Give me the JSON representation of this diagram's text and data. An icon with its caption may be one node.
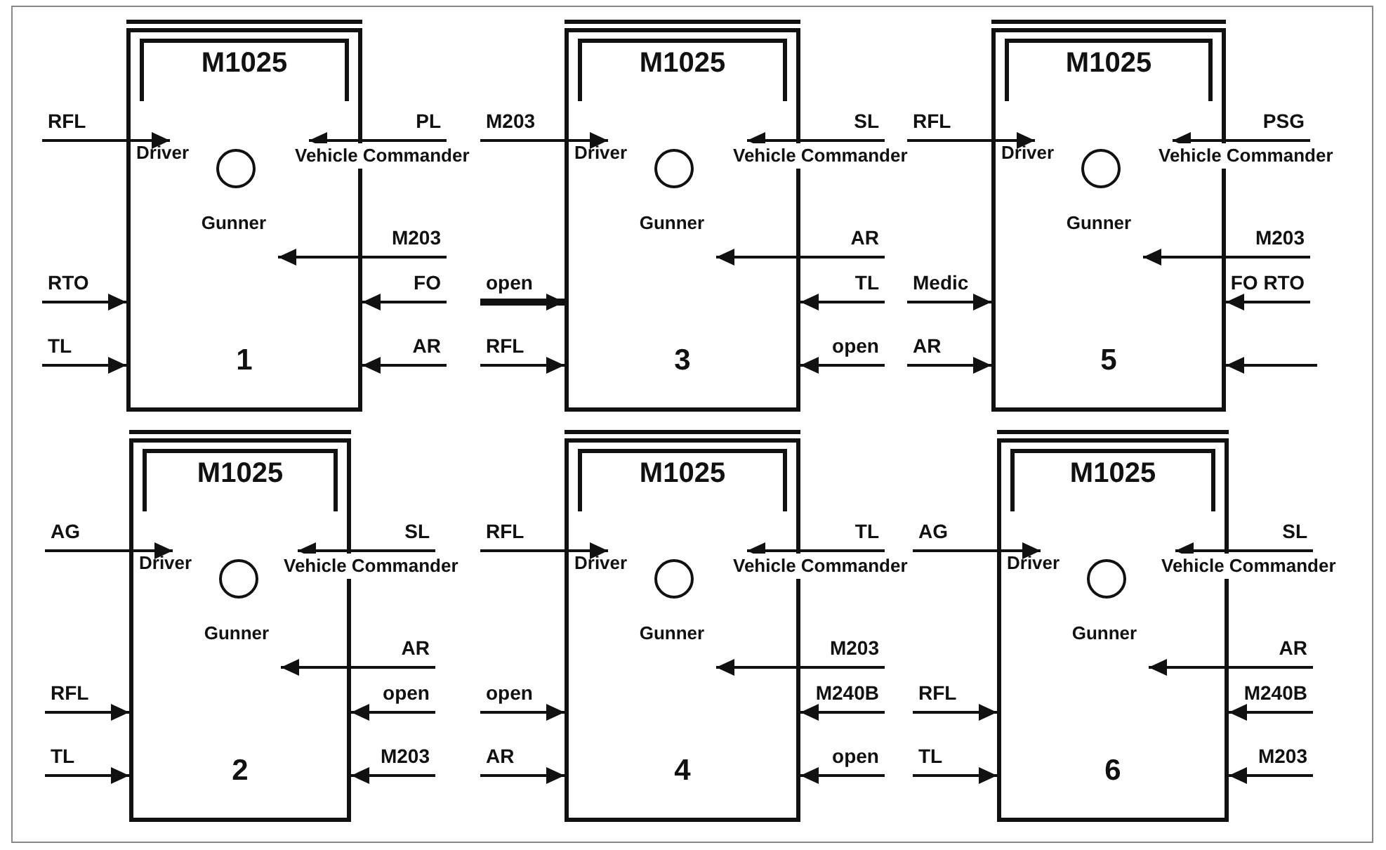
{
  "diagram": {
    "nodes": [
      {
        "text": [
          "M1025",
          "1"
        ]
      },
      {
        "text": [
          "Driver"
        ],
        "in": 0
      },
      {
        "text": [
          "Vehicle Commander"
        ]
      },
      {
        "text": [
          "Gunner"
        ],
        "in": 0
      },
      {
        "text": [
          "RFL"
        ]
      },
      {
        "text": [
          "RTO"
        ]
      },
      {
        "text": [
          "TL"
        ]
      },
      {
        "text": [
          "PL"
        ]
      },
      {
        "text": [
          "M203"
        ]
      },
      {
        "text": [
          "FO"
        ]
      },
      {
        "text": [
          "AR"
        ]
      },
      {
        "text": [
          "M1025",
          "3"
        ]
      },
      {
        "text": [
          "Driver"
        ],
        "in": 11
      },
      {
        "text": [
          "Vehicle Commander"
        ]
      },
      {
        "text": [
          "Gunner"
        ],
        "in": 11
      },
      {
        "text": [
          "M203"
        ]
      },
      {
        "text": [
          "open"
        ]
      },
      {
        "text": [
          "RFL"
        ]
      },
      {
        "text": [
          "SL"
        ]
      },
      {
        "text": [
          "AR"
        ]
      },
      {
        "text": [
          "TL"
        ]
      },
      {
        "text": [
          "open"
        ]
      },
      {
        "text": [
          "M1025",
          "5"
        ]
      },
      {
        "text": [
          "Driver"
        ],
        "in": 22
      },
      {
        "text": [
          "Vehicle Commander"
        ]
      },
      {
        "text": [
          "Gunner"
        ],
        "in": 22
      },
      {
        "text": [
          "RFL"
        ]
      },
      {
        "text": [
          "Medic"
        ]
      },
      {
        "text": [
          "AR"
        ]
      },
      {
        "text": [
          "PSG"
        ]
      },
      {
        "text": [
          "M203"
        ]
      },
      {
        "text": [
          "FO RTO"
        ]
      },
      {
        "text": [
          "M1025",
          "2"
        ]
      },
      {
        "text": [
          "Driver"
        ],
        "in": 32
      },
      {
        "text": [
          "Vehicle Commander"
        ]
      },
      {
        "text": [
          "Gunner"
        ],
        "in": 32
      },
      {
        "text": [
          "AG"
        ]
      },
      {
        "text": [
          "RFL"
        ]
      },
      {
        "text": [
          "TL"
        ]
      },
      {
        "text": [
          "SL"
        ]
      },
      {
        "text": [
          "AR"
        ]
      },
      {
        "text": [
          "open"
        ]
      },
      {
        "text": [
          "M203"
        ]
      },
      {
        "text": [
          "M1025",
          "4"
        ]
      },
      {
        "text": [
          "Driver"
        ],
        "in": 43
      },
      {
        "text": [
          "Vehicle Commander"
        ]
      },
      {
        "text": [
          "Gunner"
        ],
        "in": 43
      },
      {
        "text": [
          "RFL"
        ]
      },
      {
        "text": [
          "open"
        ]
      },
      {
        "text": [
          "AR"
        ]
      },
      {
        "text": [
          "TL"
        ]
      },
      {
        "text": [
          "M203"
        ]
      },
      {
        "text": [
          "M240B"
        ]
      },
      {
        "text": [
          "open"
        ]
      },
      {
        "text": [
          "M1025",
          "6"
        ]
      },
      {
        "text": [
          "Driver"
        ],
        "in": 54
      },
      {
        "text": [
          "Vehicle Commander"
        ]
      },
      {
        "text": [
          "Gunner"
        ],
        "in": 54
      },
      {
        "text": [
          "AG"
        ]
      },
      {
        "text": [
          "RFL"
        ]
      },
      {
        "text": [
          "TL"
        ]
      },
      {
        "text": [
          "SL"
        ]
      },
      {
        "text": [
          "AR"
        ]
      },
      {
        "text": [
          "M240B"
        ]
      },
      {
        "text": [
          "M203"
        ]
      }
    ],
    "edges": [
      {
        "from": 4,
        "to": 1,
        "arrow": "to"
      },
      {
        "from": 5,
        "to": 0,
        "arrow": "to"
      },
      {
        "from": 6,
        "to": 0,
        "arrow": "to"
      },
      {
        "from": 7,
        "to": 2,
        "arrow": "to"
      },
      {
        "from": 8,
        "to": 3,
        "arrow": "to"
      },
      {
        "from": 9,
        "to": 0,
        "arrow": "to"
      },
      {
        "from": 10,
        "to": 0,
        "arrow": "to"
      },
      {
        "from": 15,
        "to": 12,
        "arrow": "to"
      },
      {
        "from": 16,
        "to": 11,
        "arrow": "to",
        "style": "thick"
      },
      {
        "from": 17,
        "to": 11,
        "arrow": "to"
      },
      {
        "from": 18,
        "to": 13,
        "arrow": "to"
      },
      {
        "from": 19,
        "to": 14,
        "arrow": "to"
      },
      {
        "from": 20,
        "to": 11,
        "arrow": "to"
      },
      {
        "from": 21,
        "to": 11,
        "arrow": "to"
      },
      {
        "from": 26,
        "to": 23,
        "arrow": "to"
      },
      {
        "from": 27,
        "to": 22,
        "arrow": "to"
      },
      {
        "from": 28,
        "to": 22,
        "arrow": "to"
      },
      {
        "from": 29,
        "to": 24,
        "arrow": "to"
      },
      {
        "from": 30,
        "to": 25,
        "arrow": "to"
      },
      {
        "from": 31,
        "to": 22,
        "arrow": "to"
      },
      {
        "from": null,
        "to": 22,
        "arrow": "to"
      },
      {
        "from": 36,
        "to": 33,
        "arrow": "to"
      },
      {
        "from": 37,
        "to": 32,
        "arrow": "to"
      },
      {
        "from": 38,
        "to": 32,
        "arrow": "to"
      },
      {
        "from": 39,
        "to": 34,
        "arrow": "to"
      },
      {
        "from": 40,
        "to": 35,
        "arrow": "to"
      },
      {
        "from": 41,
        "to": 32,
        "arrow": "to"
      },
      {
        "from": 42,
        "to": 32,
        "arrow": "to"
      },
      {
        "from": 47,
        "to": 44,
        "arrow": "to"
      },
      {
        "from": 48,
        "to": 43,
        "arrow": "to"
      },
      {
        "from": 49,
        "to": 43,
        "arrow": "to"
      },
      {
        "from": 50,
        "to": 45,
        "arrow": "to"
      },
      {
        "from": 51,
        "to": 46,
        "arrow": "to"
      },
      {
        "from": 52,
        "to": 43,
        "arrow": "to"
      },
      {
        "from": 53,
        "to": 43,
        "arrow": "to"
      },
      {
        "from": 58,
        "to": 55,
        "arrow": "to"
      },
      {
        "from": 59,
        "to": 54,
        "arrow": "to"
      },
      {
        "from": 60,
        "to": 54,
        "arrow": "to"
      },
      {
        "from": 61,
        "to": 56,
        "arrow": "to"
      },
      {
        "from": 62,
        "to": 57,
        "arrow": "to"
      },
      {
        "from": 63,
        "to": 54,
        "arrow": "to"
      },
      {
        "from": 64,
        "to": 54,
        "arrow": "to"
      }
    ]
  }
}
